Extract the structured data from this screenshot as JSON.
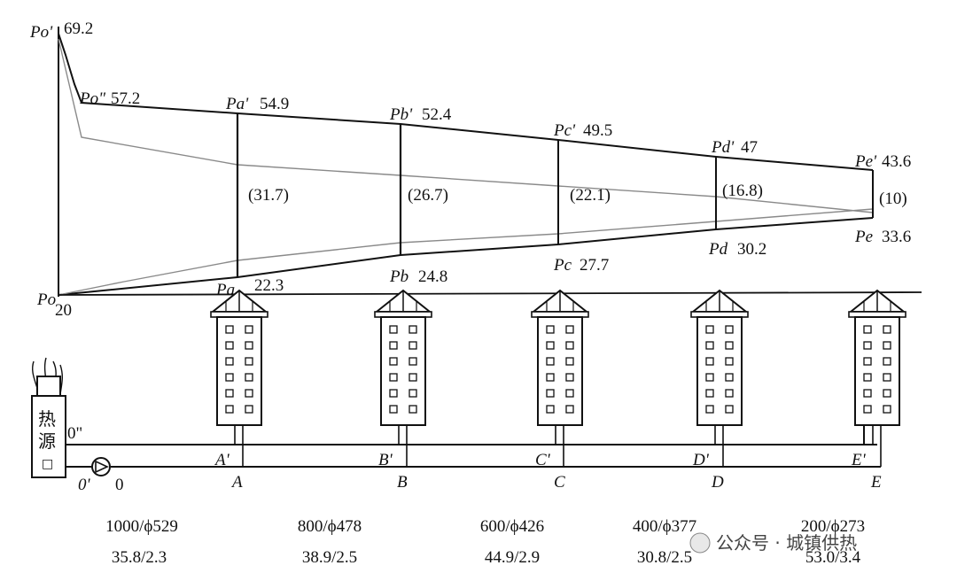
{
  "origin": {
    "supply_label": "Po'",
    "supply_value": "69.2",
    "after_source_label": "Po\"",
    "after_source_value": "57.2",
    "return_label": "Po",
    "return_value": "20"
  },
  "supply_points": [
    {
      "label": "Pa'",
      "value": "54.9"
    },
    {
      "label": "Pb'",
      "value": "52.4"
    },
    {
      "label": "Pc'",
      "value": "49.5"
    },
    {
      "label": "Pd'",
      "value": "47"
    },
    {
      "label": "Pe'",
      "value": "43.6"
    }
  ],
  "return_points": [
    {
      "label": "Pa",
      "value": "22.3"
    },
    {
      "label": "Pb",
      "value": "24.8"
    },
    {
      "label": "Pc",
      "value": "27.7"
    },
    {
      "label": "Pd",
      "value": "30.2"
    },
    {
      "label": "Pe",
      "value": "33.6"
    }
  ],
  "pressure_differences": [
    "(31.7)",
    "(26.7)",
    "(22.1)",
    "(16.8)",
    "(10)"
  ],
  "heat_source": {
    "char1": "热",
    "char2": "源",
    "box_symbol": "□"
  },
  "pipe_labels": {
    "supply_out": "0\"",
    "pump_in": "0'",
    "pump_out": "0"
  },
  "nodes_upper": [
    "A'",
    "B'",
    "C'",
    "D'",
    "E'"
  ],
  "nodes_lower": [
    "A",
    "B",
    "C",
    "D",
    "E"
  ],
  "segments": [
    {
      "flow_diameter": "1000/ϕ529",
      "length_loss": "35.8/2.3"
    },
    {
      "flow_diameter": "800/ϕ478",
      "length_loss": "38.9/2.5"
    },
    {
      "flow_diameter": "600/ϕ426",
      "length_loss": "44.9/2.9"
    },
    {
      "flow_diameter": "400/ϕ377",
      "length_loss": "30.8/2.5"
    },
    {
      "flow_diameter": "200/ϕ273",
      "length_loss": "53.0/3.4"
    }
  ],
  "watermark": "公众号 · 城镇供热"
}
